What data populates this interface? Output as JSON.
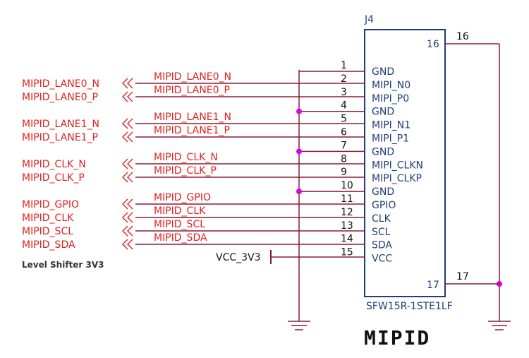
{
  "title": "MIPID",
  "note": "Level Shifter 3V3",
  "colors": {
    "wire": "#8a1c3c",
    "net_label": "#e02020",
    "pin_text": "#1f3f7a",
    "body_stroke": "#1f3f7a",
    "junction": "#e000e0"
  },
  "connector": {
    "designator": "J4",
    "part_number": "SFW15R-1STE1LF",
    "mount_pins": [
      {
        "inner": "16",
        "outer": "16"
      },
      {
        "inner": "17",
        "outer": "17"
      }
    ],
    "pins": [
      {
        "num": "1",
        "name": "GND",
        "net": "",
        "port": ""
      },
      {
        "num": "2",
        "name": "MIPI_N0",
        "net": "MIPID_LANE0_N",
        "port": "MIPID_LANE0_N"
      },
      {
        "num": "3",
        "name": "MIPI_P0",
        "net": "MIPID_LANE0_P",
        "port": "MIPID_LANE0_P"
      },
      {
        "num": "4",
        "name": "GND",
        "net": "",
        "port": ""
      },
      {
        "num": "5",
        "name": "MIPI_N1",
        "net": "MIPID_LANE1_N",
        "port": "MIPID_LANE1_N"
      },
      {
        "num": "6",
        "name": "MIPI_P1",
        "net": "MIPID_LANE1_P",
        "port": "MIPID_LANE1_P"
      },
      {
        "num": "7",
        "name": "GND",
        "net": "",
        "port": ""
      },
      {
        "num": "8",
        "name": "MIPI_CLKN",
        "net": "MIPID_CLK_N",
        "port": "MIPID_CLK_N"
      },
      {
        "num": "9",
        "name": "MIPI_CLKP",
        "net": "MIPID_CLK_P",
        "port": "MIPID_CLK_P"
      },
      {
        "num": "10",
        "name": "GND",
        "net": "",
        "port": ""
      },
      {
        "num": "11",
        "name": "GPIO",
        "net": "MIPID_GPIO",
        "port": "MIPID_GPIO"
      },
      {
        "num": "12",
        "name": "CLK",
        "net": "MIPID_CLK",
        "port": "MIPID_CLK"
      },
      {
        "num": "13",
        "name": "SCL",
        "net": "MIPID_SCL",
        "port": "MIPID_SCL"
      },
      {
        "num": "14",
        "name": "SDA",
        "net": "MIPID_SDA",
        "port": "MIPID_SDA"
      },
      {
        "num": "15",
        "name": "VCC",
        "net": "",
        "port": ""
      }
    ]
  },
  "power": {
    "label": "VCC_3V3"
  }
}
